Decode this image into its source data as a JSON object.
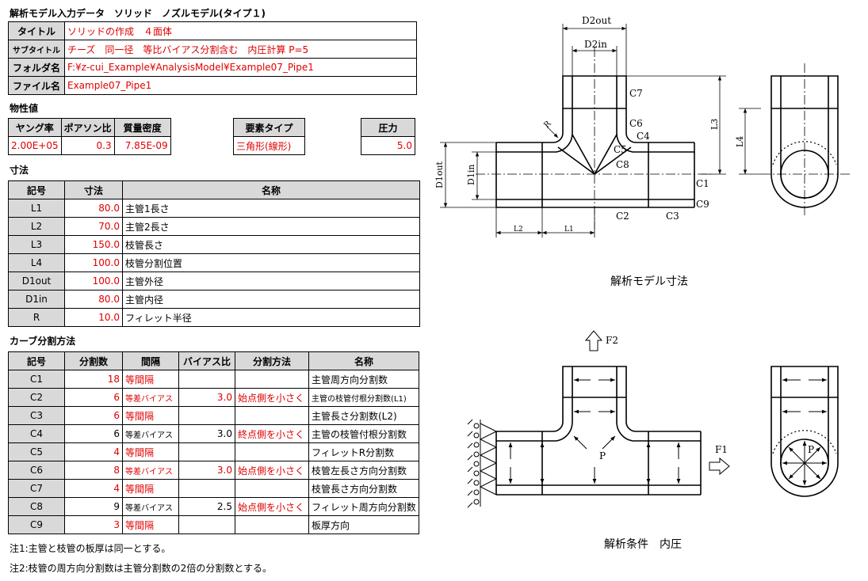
{
  "title": "解析モデル入力データ　ソリッド　ノズルモデル(タイプ１)",
  "info": {
    "title_label": "タイトル",
    "title_value": "ソリッドの作成　４面体",
    "subtitle_label": "サブタイトル",
    "subtitle_value": "チーズ　同一径　等比バイアス分割含む　内圧計算 P=5",
    "folder_label": "フォルダ名",
    "folder_value": "F:¥z-cui_Example¥AnalysisModel¥Example07_Pipe1",
    "file_label": "ファイル名",
    "file_value": "Example07_Pipe1"
  },
  "material": {
    "section": "物性値",
    "young_label": "ヤング率",
    "young_value": "2.00E+05",
    "poisson_label": "ポアソン比",
    "poisson_value": "0.3",
    "density_label": "質量密度",
    "density_value": "7.85E-09",
    "element_label": "要素タイプ",
    "element_value": "三角形(線形)",
    "pressure_label": "圧力",
    "pressure_value": "5.0"
  },
  "dims": {
    "section": "寸法",
    "headers": [
      "記号",
      "寸法",
      "名称"
    ],
    "rows": [
      {
        "sym": "L1",
        "val": "80.0",
        "name": "主管1長さ"
      },
      {
        "sym": "L2",
        "val": "70.0",
        "name": "主管2長さ"
      },
      {
        "sym": "L3",
        "val": "150.0",
        "name": "枝管長さ"
      },
      {
        "sym": "L4",
        "val": "100.0",
        "name": "枝管分割位置"
      },
      {
        "sym": "D1out",
        "val": "100.0",
        "name": "主管外径"
      },
      {
        "sym": "D1in",
        "val": "80.0",
        "name": "主管内径"
      },
      {
        "sym": "R",
        "val": "10.0",
        "name": "フィレット半径"
      }
    ]
  },
  "curves": {
    "section": "カーブ分割方法",
    "headers": [
      "記号",
      "分割数",
      "間隔",
      "バイアス比",
      "分割方法",
      "名称"
    ],
    "rows": [
      {
        "sym": "C1",
        "n": "18",
        "interval": "等間隔",
        "bias": "",
        "method": "",
        "name": "主管周方向分割数",
        "red": true
      },
      {
        "sym": "C2",
        "n": "6",
        "interval": "等差バイアス",
        "bias": "3.0",
        "method": "始点側を小さく",
        "name": "主管の枝管付根分割数(L1)",
        "red": true
      },
      {
        "sym": "C3",
        "n": "6",
        "interval": "等間隔",
        "bias": "",
        "method": "",
        "name": "主管長さ分割数(L2)",
        "red": true
      },
      {
        "sym": "C4",
        "n": "6",
        "interval": "等差バイアス",
        "bias": "3.0",
        "method": "終点側を小さく",
        "name": "主管の枝管付根分割数",
        "red": false
      },
      {
        "sym": "C5",
        "n": "4",
        "interval": "等間隔",
        "bias": "",
        "method": "",
        "name": "フィレットR分割数",
        "red": true
      },
      {
        "sym": "C6",
        "n": "8",
        "interval": "等差バイアス",
        "bias": "3.0",
        "method": "始点側を小さく",
        "name": "枝管左長さ方向分割数",
        "red": true
      },
      {
        "sym": "C7",
        "n": "4",
        "interval": "等間隔",
        "bias": "",
        "method": "",
        "name": "枝管長さ方向分割数",
        "red": true
      },
      {
        "sym": "C8",
        "n": "9",
        "interval": "等差バイアス",
        "bias": "2.5",
        "method": "始点側を小さく",
        "name": "フィレット周方向分割数",
        "red": false
      },
      {
        "sym": "C9",
        "n": "3",
        "interval": "等間隔",
        "bias": "",
        "method": "",
        "name": "板厚方向",
        "red": true
      }
    ]
  },
  "notes": [
    "注1:主管と枝管の板厚は同一とする。",
    "注2:枝管の周方向分割数は主管分割数の2倍の分割数とする。"
  ],
  "diagram1": {
    "caption": "解析モデル寸法",
    "labels": {
      "d2out": "D2out",
      "d2in": "D2in",
      "c7": "C7",
      "c6": "C6",
      "c4": "C4",
      "c5": "C5",
      "c8": "C8",
      "c1": "C1",
      "c9": "C9",
      "c2": "C2",
      "c3": "C3",
      "l2": "L2",
      "l1": "L1",
      "l3": "L3",
      "l4": "L4",
      "d1out": "D1out",
      "d1in": "D1in",
      "r": "R"
    }
  },
  "diagram2": {
    "caption": "解析条件　内圧",
    "labels": {
      "f1": "F1",
      "f2": "F2",
      "p1": "P",
      "p2": "P"
    }
  }
}
